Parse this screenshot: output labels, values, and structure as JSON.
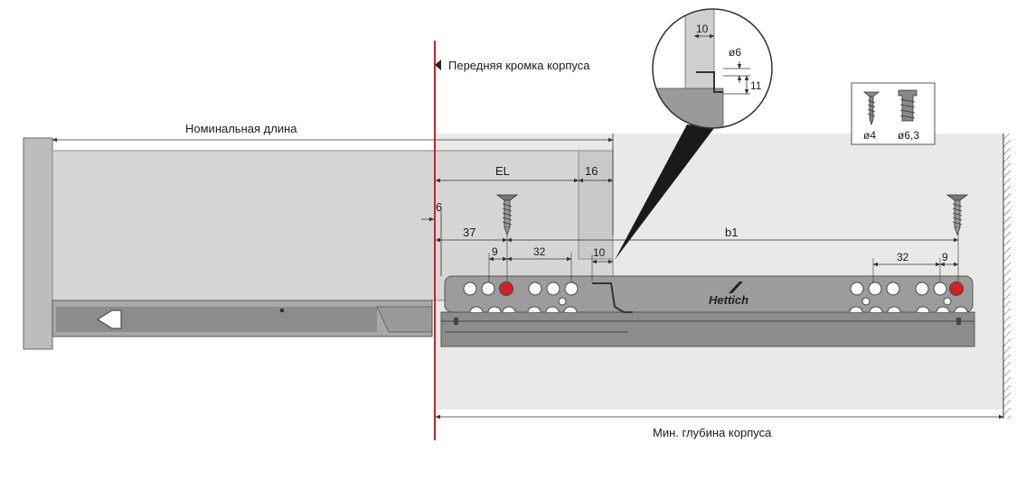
{
  "labels": {
    "front_edge": "Передняя кромка корпуса",
    "nominal_length": "Номинальная длина",
    "min_depth": "Мин. глубина корпуса",
    "brand": "Hettich"
  },
  "dimensions": {
    "el": "EL",
    "d16": "16",
    "d6": "6",
    "d37": "37",
    "d9_left": "9",
    "d32_left": "32",
    "d10": "10",
    "b1": "b1",
    "d32_right": "32",
    "d9_right": "9"
  },
  "detail": {
    "d10": "10",
    "dia6": "ø6",
    "d11": "11"
  },
  "screws": {
    "small": "ø4",
    "large": "ø6,3"
  },
  "colors": {
    "red_line": "#d0202a",
    "red_hole": "#d0202a",
    "cabinet_fill": "#e9e9e9",
    "drawer_side": "#d6d6d6",
    "runner": "#8c8c8c"
  }
}
